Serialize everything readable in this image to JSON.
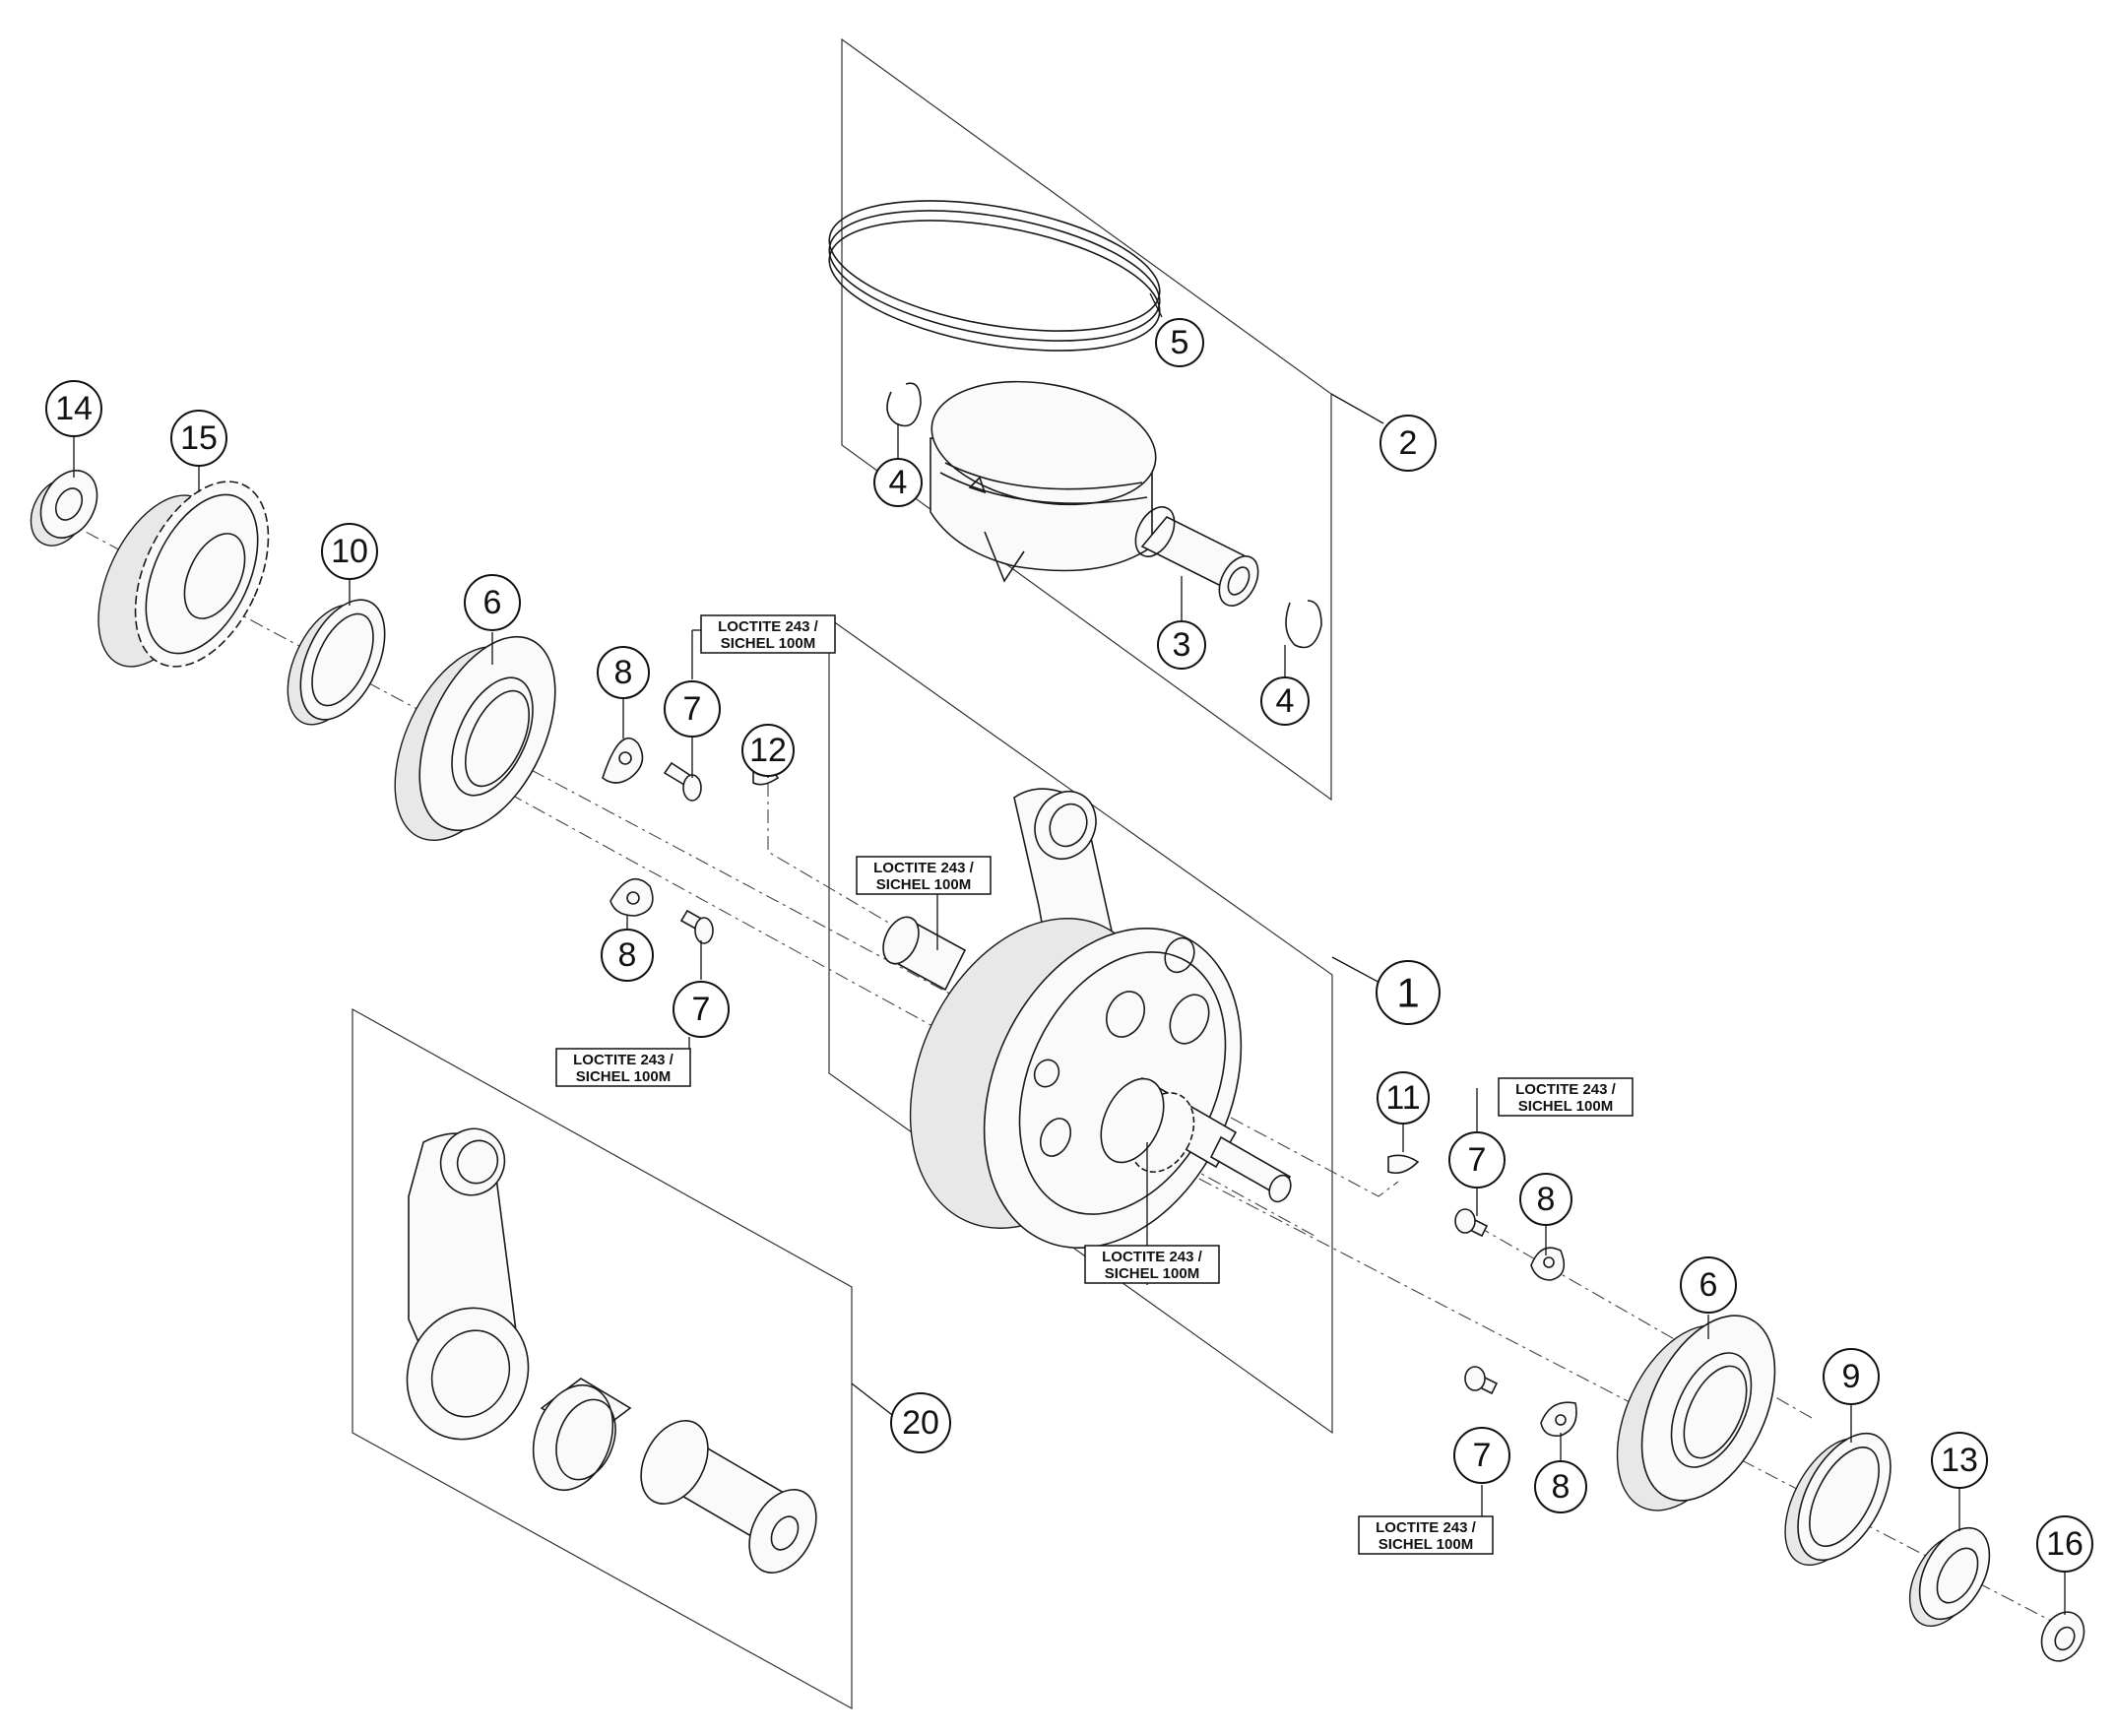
{
  "diagram": {
    "callouts": {
      "c1": "1",
      "c2": "2",
      "c3": "3",
      "c4a": "4",
      "c4b": "4",
      "c5": "5",
      "c6a": "6",
      "c6b": "6",
      "c7a": "7",
      "c7b": "7",
      "c7c": "7",
      "c7d": "7",
      "c8a": "8",
      "c8b": "8",
      "c8c": "8",
      "c8d": "8",
      "c9": "9",
      "c10": "10",
      "c11": "11",
      "c12": "12",
      "c13": "13",
      "c14": "14",
      "c15": "15",
      "c16": "16",
      "c20": "20"
    },
    "notes": {
      "line1": "LOCTITE 243 /",
      "line2": "SICHEL 100M"
    },
    "colors": {
      "ink": "#111111",
      "paper": "#ffffff"
    }
  }
}
